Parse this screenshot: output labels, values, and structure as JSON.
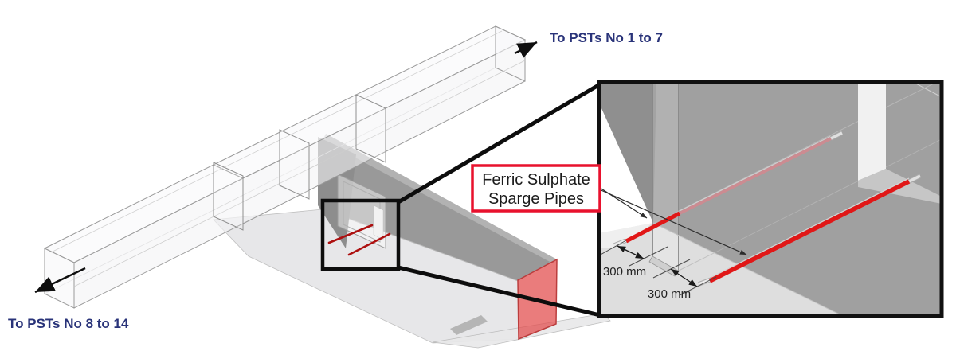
{
  "labels": {
    "to_psts_top": "To PSTs No 1 to 7",
    "to_psts_bottom": "To PSTs No 8 to 14",
    "callout_line1": "Ferric Sulphate",
    "callout_line2": "Sparge Pipes",
    "dimension_1": "300 mm",
    "dimension_2": "300 mm"
  },
  "colors": {
    "flow_label_navy": "#293379",
    "sparge_pipe_red": "#e11717",
    "sparge_pipe_dark_red": "#ad1010",
    "sparge_pipe_pale_red": "#cc8b91",
    "channel_end_face_red": "#e25454",
    "callout_border_red": "#e8112d",
    "inset_frame_black": "#111111",
    "surface_dark_gray": "#909090",
    "surface_mid_gray": "#a0a0a0",
    "surface_light_gray": "#dedede"
  }
}
